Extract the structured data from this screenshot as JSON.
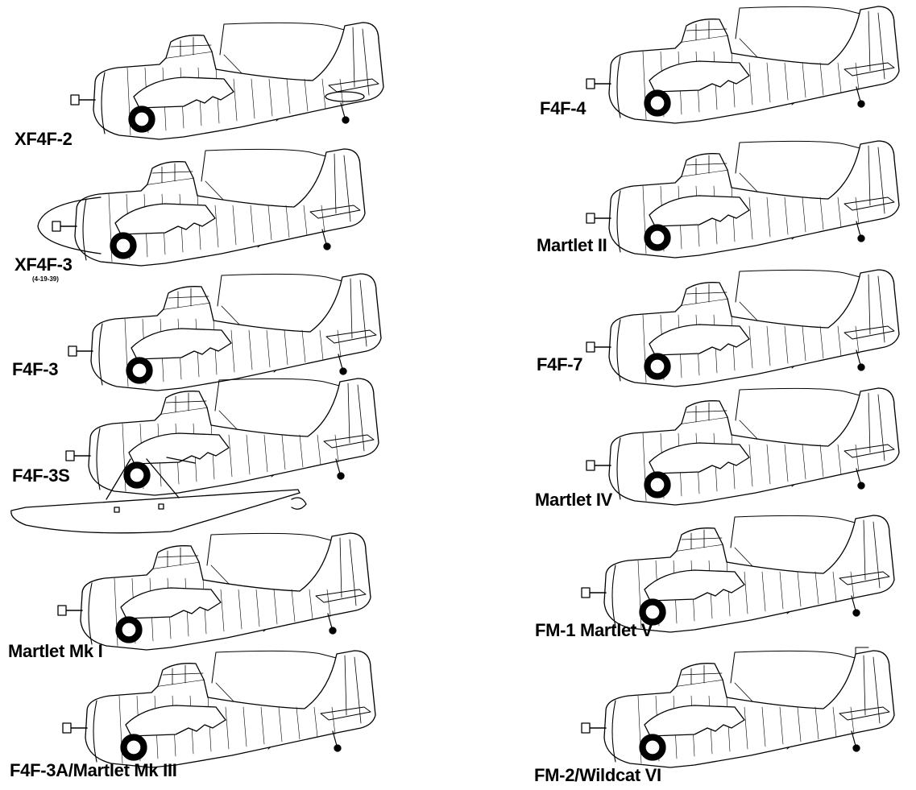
{
  "aircraft": [
    {
      "id": "xf4f-2",
      "label": "XF4F-2"
    },
    {
      "id": "xf4f-3",
      "label": "XF4F-3",
      "sublabel": "(4-19-39)"
    },
    {
      "id": "f4f-3",
      "label": "F4F-3"
    },
    {
      "id": "f4f-3s",
      "label": "F4F-3S"
    },
    {
      "id": "martlet-mk-i",
      "label": "Martlet Mk I"
    },
    {
      "id": "f4f-3a",
      "label": "F4F-3A/Martlet Mk III"
    },
    {
      "id": "f4f-4",
      "label": "F4F-4"
    },
    {
      "id": "martlet-ii",
      "label": "Martlet II"
    },
    {
      "id": "f4f-7",
      "label": "F4F-7"
    },
    {
      "id": "martlet-iv",
      "label": "Martlet IV"
    },
    {
      "id": "fm-1",
      "label": "FM-1 Martlet V"
    },
    {
      "id": "fm-2",
      "label": "FM-2/Wildcat VI"
    }
  ],
  "colors": {
    "ink": "#000000",
    "paper": "#ffffff"
  }
}
